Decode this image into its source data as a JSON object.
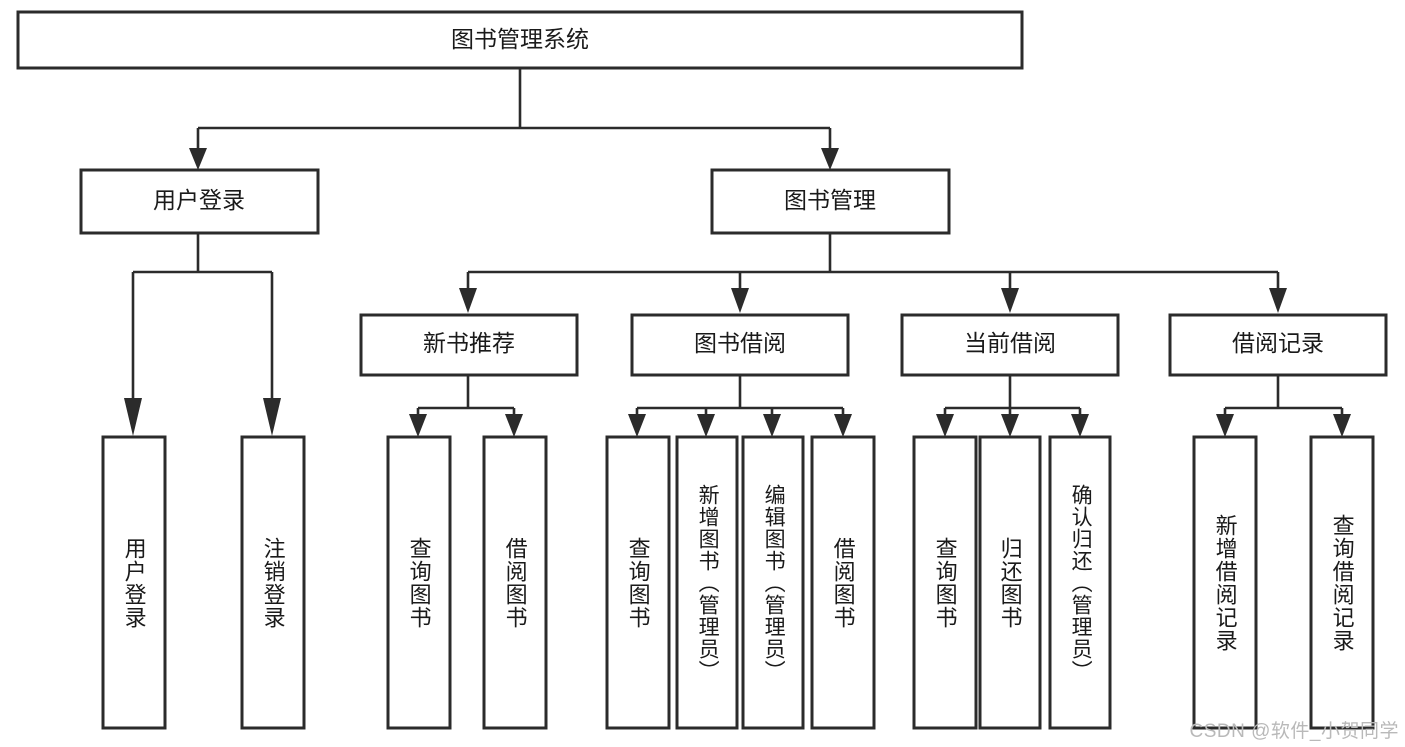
{
  "diagram": {
    "title": "图书管理系统",
    "watermark": "CSDN @软件_小贺同学",
    "style": {
      "box_fill": "#ffffff",
      "box_stroke": "#2b2b2b",
      "connector_stroke": "#2b2b2b",
      "text_color": "#1a1a1a",
      "background": "#ffffff",
      "watermark_color": "#b9b9b9"
    },
    "root": {
      "label": "图书管理系统"
    },
    "level2": [
      {
        "label": "用户登录"
      },
      {
        "label": "图书管理"
      }
    ],
    "level3": [
      {
        "label": "新书推荐"
      },
      {
        "label": "图书借阅"
      },
      {
        "label": "当前借阅"
      },
      {
        "label": "借阅记录"
      }
    ],
    "leaves": [
      {
        "label": "用户登录"
      },
      {
        "label": "注销登录"
      },
      {
        "label": "查询图书"
      },
      {
        "label": "借阅图书"
      },
      {
        "label": "查询图书"
      },
      {
        "label": "新增图书（管理员）"
      },
      {
        "label": "编辑图书（管理员）"
      },
      {
        "label": "借阅图书"
      },
      {
        "label": "查询图书"
      },
      {
        "label": "归还图书"
      },
      {
        "label": "确认归还（管理员）"
      },
      {
        "label": "新增借阅记录"
      },
      {
        "label": "查询借阅记录"
      }
    ]
  }
}
